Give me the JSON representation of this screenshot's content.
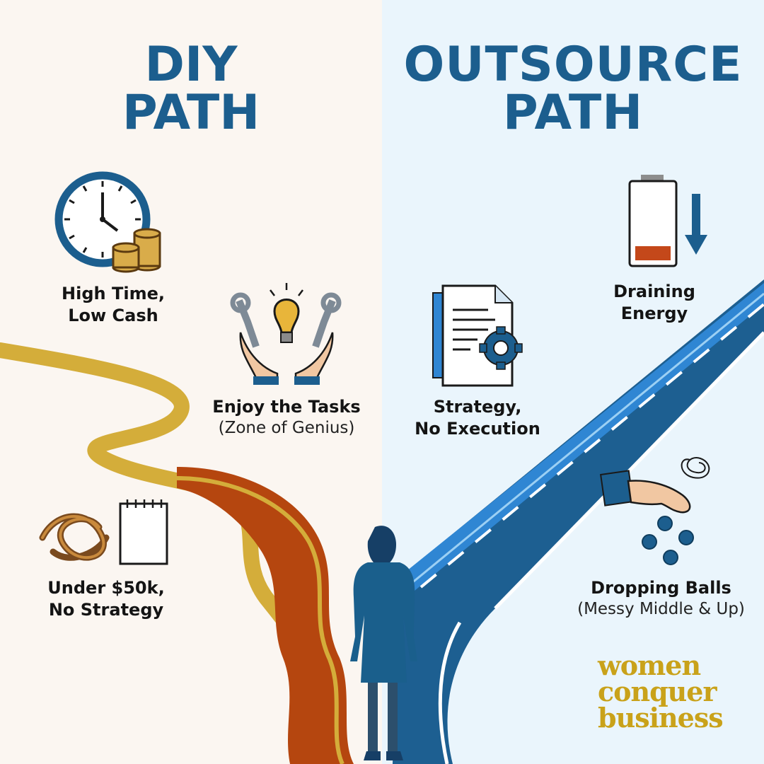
{
  "diy": {
    "heading_line1": "DIY",
    "heading_line2": "PATH",
    "items": [
      {
        "line1": "High Time,",
        "line2": "Low Cash",
        "icon": "clock-coins-icon"
      },
      {
        "line1": "Enjoy the Tasks",
        "sub": "(Zone of Genius)",
        "icon": "hands-wrenches-lightbulb-icon"
      },
      {
        "line1": "Under $50k,",
        "line2": "No Strategy",
        "icon": "tangled-knot-notepad-icon"
      }
    ]
  },
  "outsource": {
    "heading_line1": "OUTSOURCE",
    "heading_line2": "PATH",
    "items": [
      {
        "line1": "Draining",
        "line2": "Energy",
        "icon": "low-battery-icon"
      },
      {
        "line1": "Strategy,",
        "line2": "No Execution",
        "icon": "document-gear-icon"
      },
      {
        "line1": "Dropping Balls",
        "sub": "(Messy Middle & Up)",
        "icon": "hand-dropping-balls-icon"
      }
    ]
  },
  "brand": {
    "line1": "women",
    "line2": "conquer",
    "line3": "business"
  },
  "colors": {
    "left_background": "#fbf6f1",
    "right_background": "#eaf5fc",
    "heading": "#1c5e8e",
    "winding_path_gold": "#d4ad3a",
    "winding_path_orange": "#b5460f",
    "highway_blue": "#2f86d3",
    "highway_dark": "#1d5f91",
    "brand_gold": "#c9a21a",
    "figure": "#1a5f8c"
  }
}
